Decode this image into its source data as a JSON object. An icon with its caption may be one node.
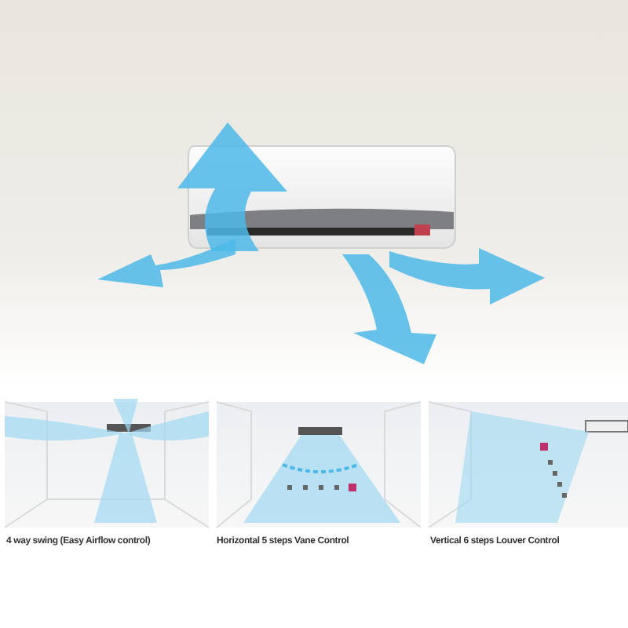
{
  "diagram": {
    "labels": [
      "4 way swing (Easy Airflow control)",
      "Horizontal 5 steps Vane Control",
      "Vertical 6 steps Louver Control"
    ]
  }
}
